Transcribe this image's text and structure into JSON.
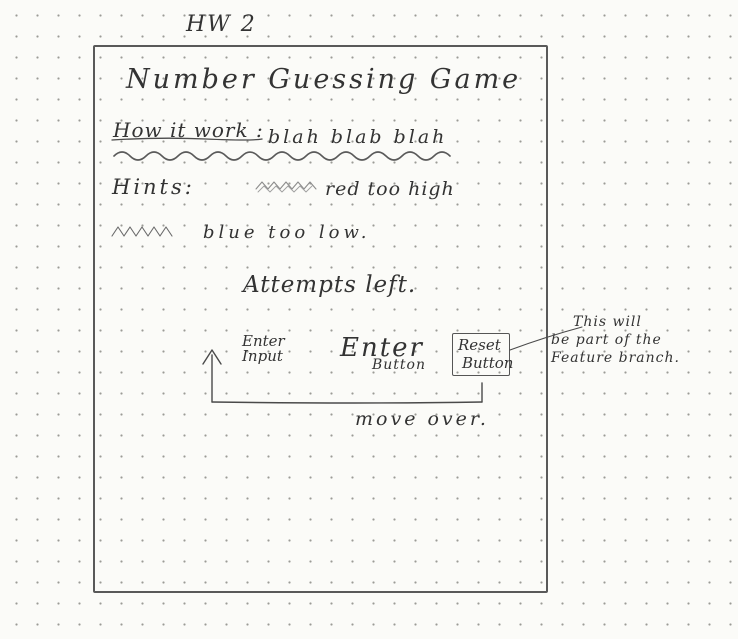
{
  "sheet_title": "HW 2",
  "game_title": "Number Guessing Game",
  "how": {
    "label": "How it work :",
    "text": "blah blab blah"
  },
  "hints": {
    "label": "Hints:",
    "red": "red too high",
    "blue": "blue too low."
  },
  "attempts_label": "Attempts left.",
  "controls": {
    "enter_input_line1": "Enter",
    "enter_input_line2": "Input",
    "enter_button_line1": "Enter",
    "enter_button_line2": "Button",
    "reset_line1": "Reset",
    "reset_line2": "Button"
  },
  "annotation": {
    "line1": "This will",
    "line2": "be part of the",
    "line3": "Feature branch."
  },
  "move_note": "move over.",
  "colors": {
    "ink": "#333333",
    "pencil": "#595959",
    "paper": "#fbfbf8",
    "dots": "#9b9b96"
  }
}
